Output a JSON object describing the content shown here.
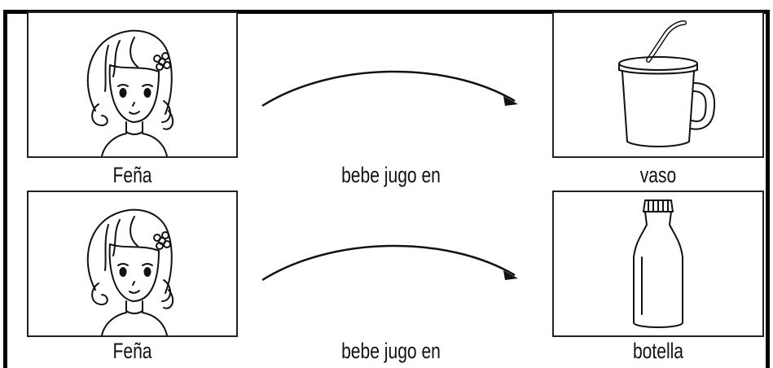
{
  "rows": [
    {
      "subject": "Feña",
      "verb": "bebe jugo en",
      "object": "vaso",
      "subject_icon": "girl-icon",
      "object_icon": "glass-with-straw-icon"
    },
    {
      "subject": "Feña",
      "verb": "bebe jugo en",
      "object": "botella",
      "subject_icon": "girl-icon",
      "object_icon": "bottle-icon"
    }
  ],
  "colors": {
    "line": "#111111",
    "background": "#ffffff"
  }
}
